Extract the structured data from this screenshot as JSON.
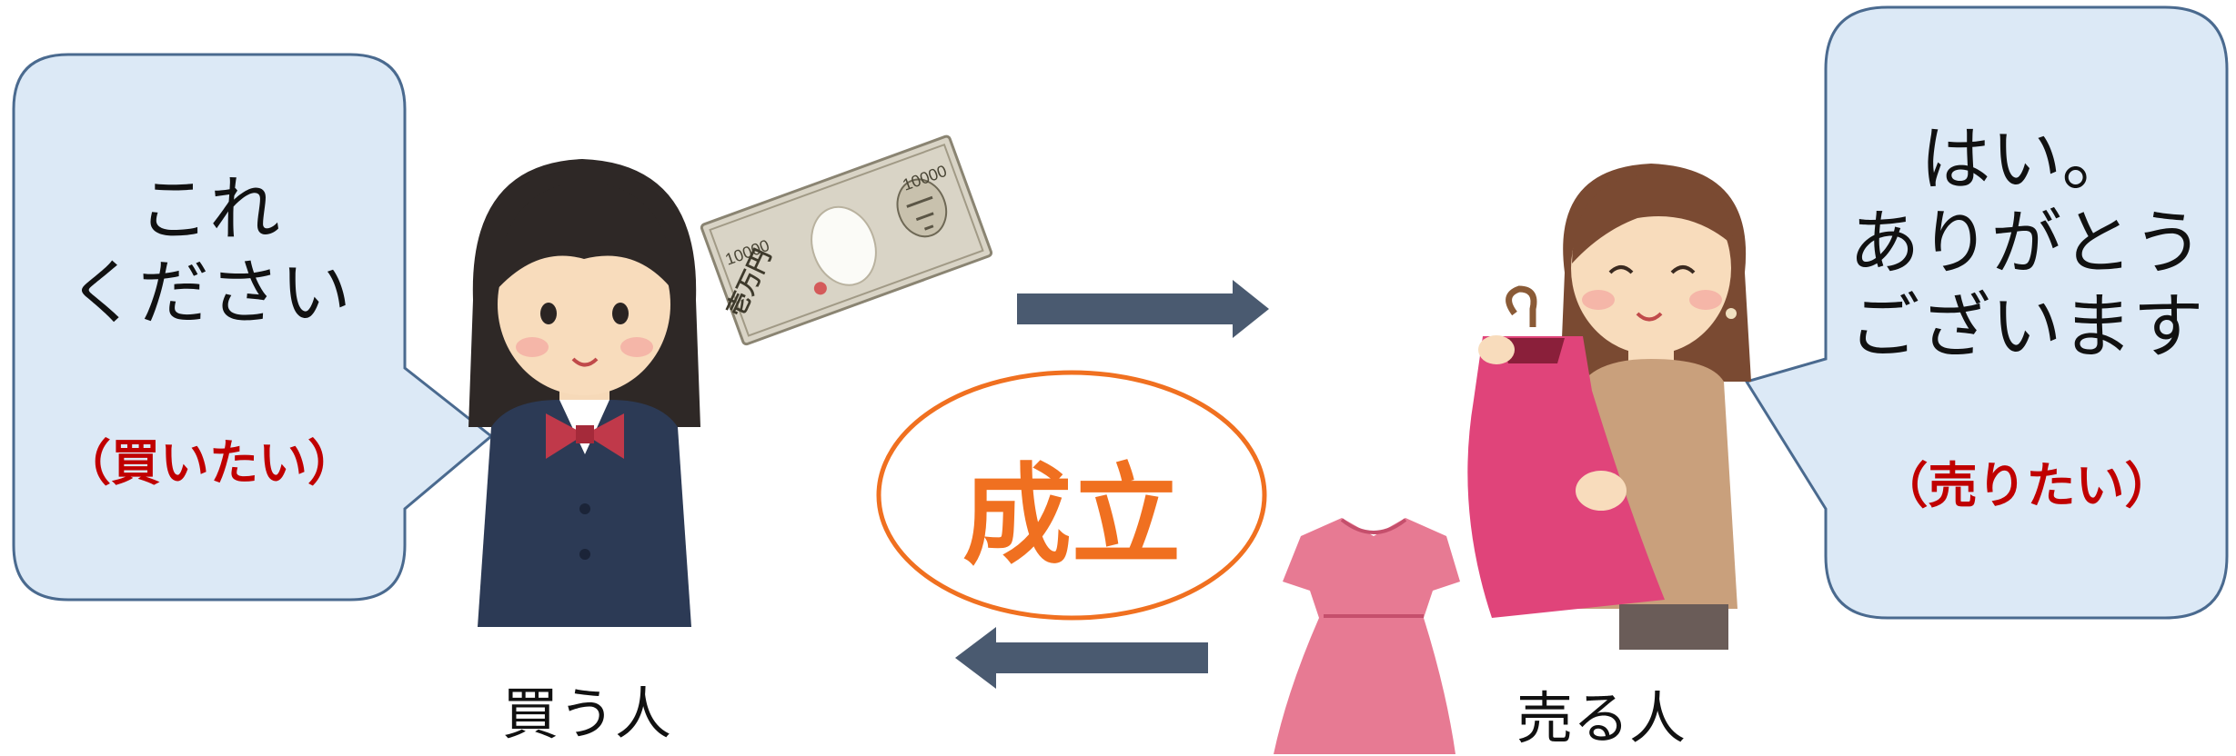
{
  "buyer": {
    "bubble_line1": "これ",
    "bubble_line2": "ください",
    "bubble_sub": "（買いたい）",
    "caption": "買う人"
  },
  "seller": {
    "bubble_line1": "はい。",
    "bubble_line2": "ありがとう",
    "bubble_line3": "ございます",
    "bubble_sub": "（売りたい）",
    "caption": "売る人"
  },
  "deal": {
    "label": "成立"
  },
  "banknote": {
    "serial_left": "10000",
    "serial_right": "10000",
    "text": "壱万円"
  },
  "colors": {
    "bubble_fill": "#dce9f6",
    "bubble_stroke": "#4a6a8f",
    "arrow": "#4a5a70",
    "deal_accent": "#f07020",
    "sub_text": "#c00000"
  }
}
